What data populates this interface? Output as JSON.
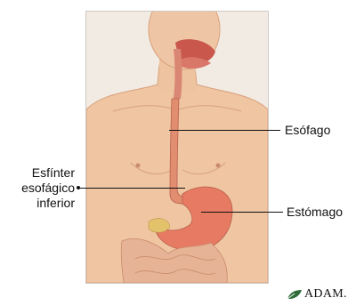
{
  "labels": {
    "esofago": "Esófago",
    "esfinter_line1": "Esfínter",
    "esfinter_line2": "esofágico",
    "esfinter_line3": "inferior",
    "estomago": "Estómago"
  },
  "logo": {
    "text": "ADAM.",
    "icon": "adam-leaf-icon"
  },
  "colors": {
    "panel_bg": "#f1ebe3",
    "skin": "#f0c8a4",
    "skin_shadow": "#d9a07c",
    "esophagus": "#e08d70",
    "stomach": "#e77a63",
    "intestine": "#e6b396",
    "oral_cavity": "#c9574c"
  }
}
